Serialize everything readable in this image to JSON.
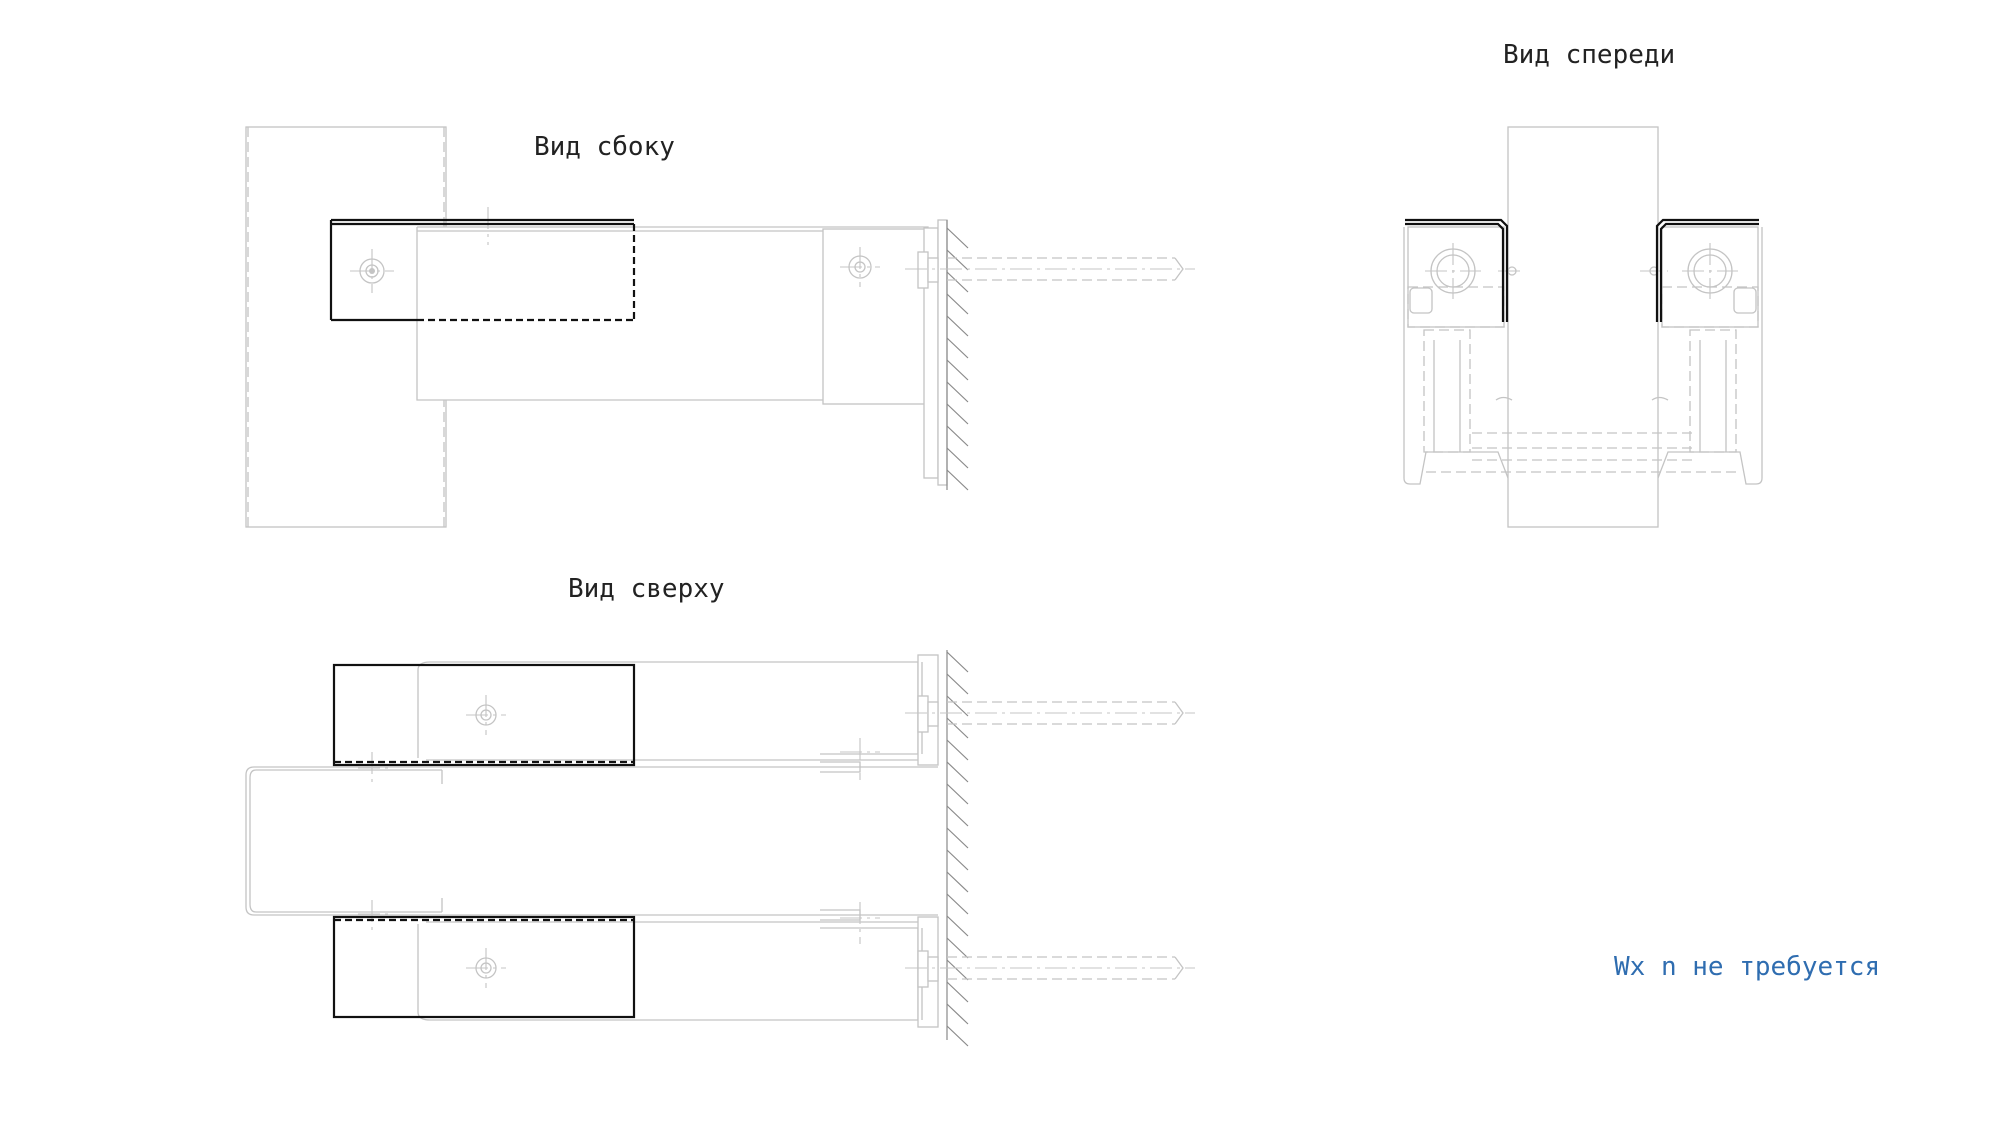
{
  "views": {
    "side": {
      "title": "Вид сбоку"
    },
    "front": {
      "title": "Вид спереди"
    },
    "top": {
      "title": "Вид сверху"
    }
  },
  "note": {
    "text": "Wx n не требуется",
    "color": "#2f6db0"
  },
  "colors": {
    "outline": "#c4c4c4",
    "bold": "#111111",
    "hatch": "#8a8a8a"
  }
}
